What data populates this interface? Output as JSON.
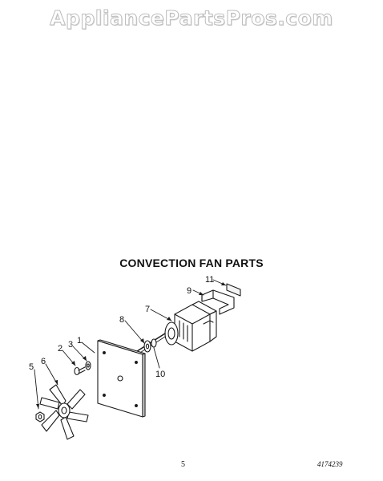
{
  "watermark": {
    "text": "AppliancePartsPros.com"
  },
  "section": {
    "title": "CONVECTION FAN PARTS"
  },
  "callouts": {
    "c1": "1",
    "c2": "2",
    "c3": "3",
    "c5": "5",
    "c6": "6",
    "c7": "7",
    "c8": "8",
    "c9": "9",
    "c10": "10",
    "c11": "11"
  },
  "footer": {
    "page_number": "5",
    "doc_number": "4174239"
  }
}
